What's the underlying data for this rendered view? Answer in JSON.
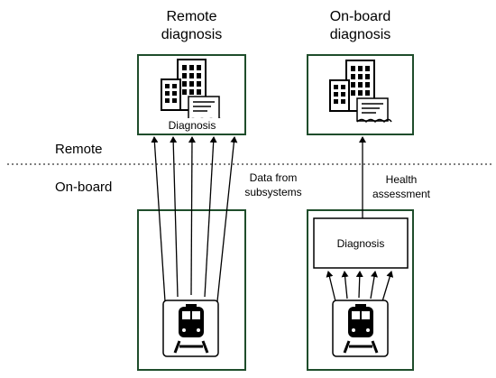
{
  "panels": {
    "remote": {
      "title_line1": "Remote",
      "title_line2": "diagnosis",
      "box_label": "Diagnosis"
    },
    "onboard": {
      "title_line1": "On-board",
      "title_line2": "diagnosis"
    }
  },
  "zones": {
    "remote_label": "Remote",
    "onboard_label": "On-board"
  },
  "annotations": {
    "data_from_line1": "Data from",
    "data_from_line2": "subsystems",
    "health_line1": "Health",
    "health_line2": "assessment"
  },
  "onboard_unit": {
    "box_label": "Diagnosis"
  },
  "colors": {
    "frame": "#1f4d2b",
    "stroke": "#000000",
    "background": "#ffffff"
  },
  "icons": [
    "building-icon",
    "certificate-icon",
    "train-icon"
  ]
}
